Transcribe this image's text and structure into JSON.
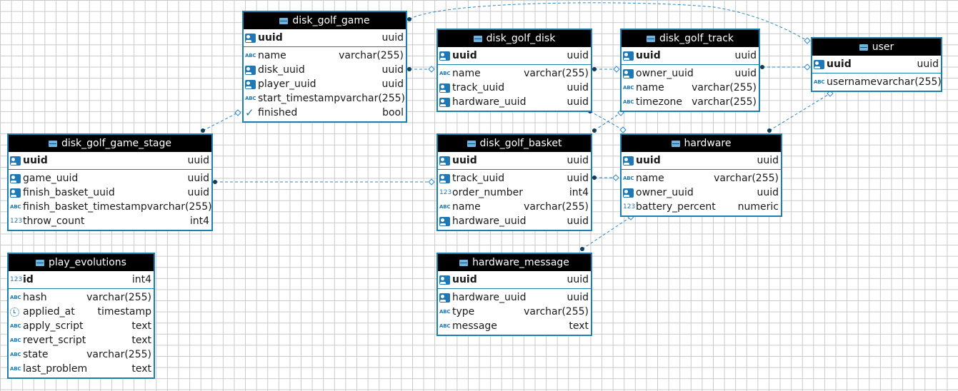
{
  "diagram": {
    "entities": [
      {
        "id": "disk_golf_game",
        "name": "disk_golf_game",
        "icon": "table-icon",
        "pk": {
          "name": "uuid",
          "type": "uuid",
          "icon": "key-icon"
        },
        "columns": [
          {
            "name": "name",
            "type": "varchar(255)",
            "icon": "text-type-icon"
          },
          {
            "name": "disk_uuid",
            "type": "uuid",
            "icon": "key-icon"
          },
          {
            "name": "player_uuid",
            "type": "uuid",
            "icon": "key-icon"
          },
          {
            "name": "start_timestamp",
            "type": "varchar(255)",
            "icon": "text-type-icon"
          },
          {
            "name": "finished",
            "type": "bool",
            "icon": "checkmark-icon"
          }
        ]
      },
      {
        "id": "disk_golf_disk",
        "name": "disk_golf_disk",
        "icon": "table-icon",
        "pk": {
          "name": "uuid",
          "type": "uuid",
          "icon": "key-icon"
        },
        "columns": [
          {
            "name": "name",
            "type": "varchar(255)",
            "icon": "text-type-icon"
          },
          {
            "name": "track_uuid",
            "type": "uuid",
            "icon": "key-icon"
          },
          {
            "name": "hardware_uuid",
            "type": "uuid",
            "icon": "key-icon"
          }
        ]
      },
      {
        "id": "disk_golf_track",
        "name": "disk_golf_track",
        "icon": "table-icon",
        "pk": {
          "name": "uuid",
          "type": "uuid",
          "icon": "key-icon"
        },
        "columns": [
          {
            "name": "owner_uuid",
            "type": "uuid",
            "icon": "key-icon"
          },
          {
            "name": "name",
            "type": "varchar(255)",
            "icon": "text-type-icon"
          },
          {
            "name": "timezone",
            "type": "varchar(255)",
            "icon": "text-type-icon"
          }
        ]
      },
      {
        "id": "user",
        "name": "user",
        "icon": "table-icon",
        "pk": {
          "name": "uuid",
          "type": "uuid",
          "icon": "key-icon"
        },
        "columns": [
          {
            "name": "username",
            "type": "varchar(255)",
            "icon": "text-type-icon"
          }
        ]
      },
      {
        "id": "disk_golf_game_stage",
        "name": "disk_golf_game_stage",
        "icon": "table-icon",
        "pk": {
          "name": "uuid",
          "type": "uuid",
          "icon": "key-icon"
        },
        "columns": [
          {
            "name": "game_uuid",
            "type": "uuid",
            "icon": "key-icon"
          },
          {
            "name": "finish_basket_uuid",
            "type": "uuid",
            "icon": "key-icon"
          },
          {
            "name": "finish_basket_timestamp",
            "type": "varchar(255)",
            "icon": "text-type-icon"
          },
          {
            "name": "throw_count",
            "type": "int4",
            "icon": "number-type-icon"
          }
        ]
      },
      {
        "id": "disk_golf_basket",
        "name": "disk_golf_basket",
        "icon": "table-icon",
        "pk": {
          "name": "uuid",
          "type": "uuid",
          "icon": "key-icon"
        },
        "columns": [
          {
            "name": "track_uuid",
            "type": "uuid",
            "icon": "key-icon"
          },
          {
            "name": "order_number",
            "type": "int4",
            "icon": "number-type-icon"
          },
          {
            "name": "name",
            "type": "varchar(255)",
            "icon": "text-type-icon"
          },
          {
            "name": "hardware_uuid",
            "type": "uuid",
            "icon": "key-icon"
          }
        ]
      },
      {
        "id": "hardware",
        "name": "hardware",
        "icon": "table-icon",
        "pk": {
          "name": "uuid",
          "type": "uuid",
          "icon": "key-icon"
        },
        "columns": [
          {
            "name": "name",
            "type": "varchar(255)",
            "icon": "text-type-icon"
          },
          {
            "name": "owner_uuid",
            "type": "uuid",
            "icon": "key-icon"
          },
          {
            "name": "battery_percent",
            "type": "numeric",
            "icon": "number-type-icon"
          }
        ]
      },
      {
        "id": "play_evolutions",
        "name": "play_evolutions",
        "icon": "table-icon",
        "pk": {
          "name": "id",
          "type": "int4",
          "icon": "number-type-icon"
        },
        "columns": [
          {
            "name": "hash",
            "type": "varchar(255)",
            "icon": "text-type-icon"
          },
          {
            "name": "applied_at",
            "type": "timestamp",
            "icon": "clock-icon"
          },
          {
            "name": "apply_script",
            "type": "text",
            "icon": "text-type-icon"
          },
          {
            "name": "revert_script",
            "type": "text",
            "icon": "text-type-icon"
          },
          {
            "name": "state",
            "type": "varchar(255)",
            "icon": "text-type-icon"
          },
          {
            "name": "last_problem",
            "type": "text",
            "icon": "text-type-icon"
          }
        ]
      },
      {
        "id": "hardware_message",
        "name": "hardware_message",
        "icon": "table-icon",
        "pk": {
          "name": "uuid",
          "type": "uuid",
          "icon": "key-icon"
        },
        "columns": [
          {
            "name": "hardware_uuid",
            "type": "uuid",
            "icon": "key-icon"
          },
          {
            "name": "type",
            "type": "varchar(255)",
            "icon": "text-type-icon"
          },
          {
            "name": "message",
            "type": "text",
            "icon": "text-type-icon"
          }
        ]
      }
    ],
    "relationships": [
      {
        "from": "disk_golf_game",
        "to": "user"
      },
      {
        "from": "disk_golf_game",
        "to": "disk_golf_disk"
      },
      {
        "from": "disk_golf_disk",
        "to": "disk_golf_track"
      },
      {
        "from": "disk_golf_track",
        "to": "user"
      },
      {
        "from": "disk_golf_game_stage",
        "to": "disk_golf_game"
      },
      {
        "from": "disk_golf_game_stage",
        "to": "disk_golf_basket"
      },
      {
        "from": "disk_golf_basket",
        "to": "disk_golf_track"
      },
      {
        "from": "disk_golf_disk",
        "to": "hardware"
      },
      {
        "from": "disk_golf_basket",
        "to": "hardware"
      },
      {
        "from": "hardware",
        "to": "user"
      },
      {
        "from": "hardware_message",
        "to": "hardware"
      }
    ],
    "colors": {
      "border": "#1d7fae",
      "header": "#000000",
      "icon": "#1f78b4",
      "link": "#2b8ac4"
    }
  }
}
